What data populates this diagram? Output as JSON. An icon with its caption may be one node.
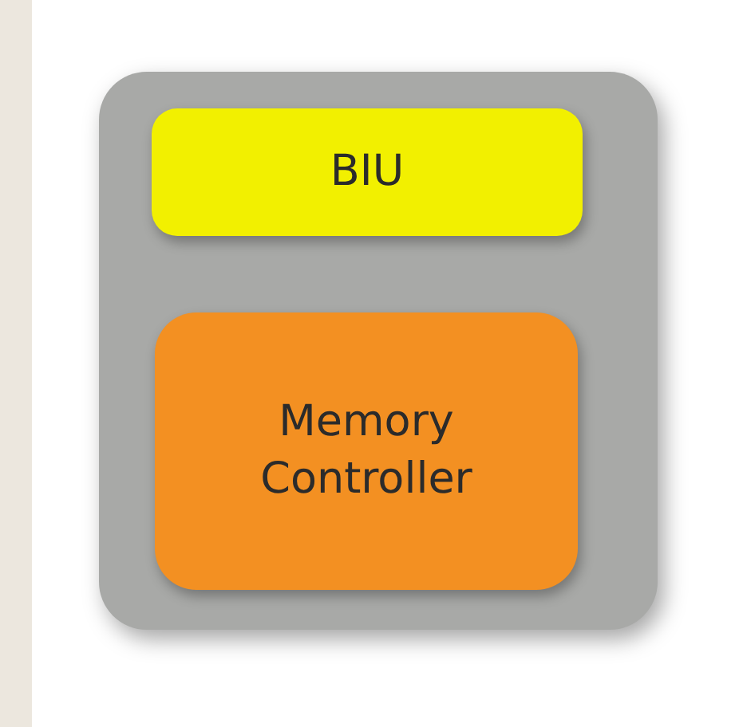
{
  "diagram": {
    "nodes": [
      {
        "text": [],
        "shape": "box"
      },
      {
        "text": [
          "BIU"
        ],
        "in": 0
      },
      {
        "text": [
          "Memory Controller"
        ],
        "in": 0
      }
    ]
  }
}
